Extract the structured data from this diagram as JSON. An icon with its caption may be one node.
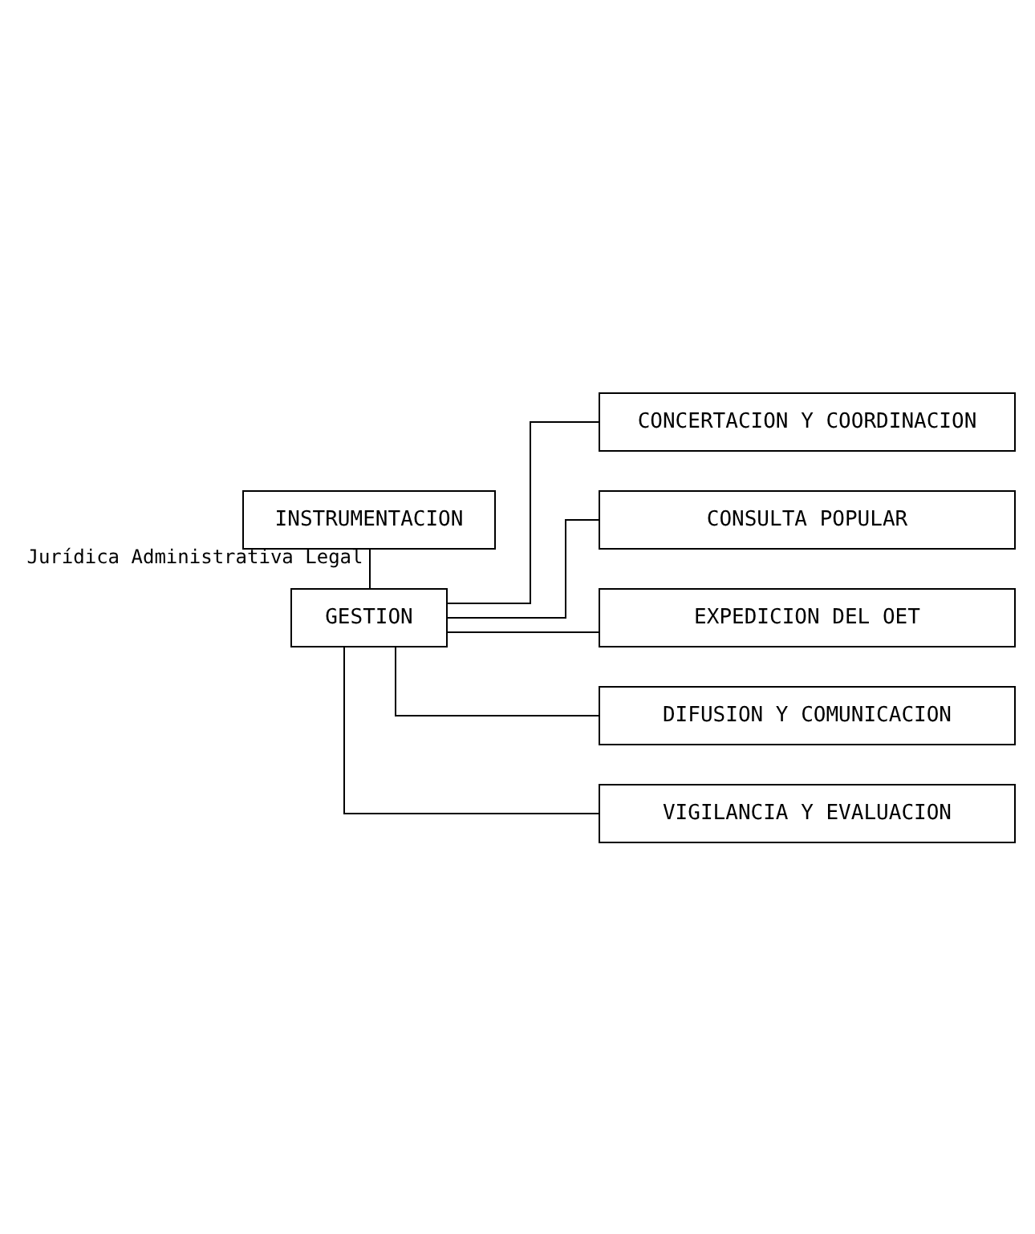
{
  "diagram": {
    "nodes": [
      {
        "text": [
          "INSTRUMENTACION"
        ]
      },
      {
        "text": [
          "GESTION"
        ]
      },
      {
        "text": [
          "CONCERTACION Y COORDINACION"
        ]
      },
      {
        "text": [
          "CONSULTA POPULAR"
        ]
      },
      {
        "text": [
          "EXPEDICION DEL OET"
        ]
      },
      {
        "text": [
          "DIFUSION Y COMUNICACION"
        ]
      },
      {
        "text": [
          "VIGILANCIA Y EVALUACION"
        ]
      }
    ],
    "edges": [
      {
        "from": 0,
        "to": 1,
        "arrow": "none",
        "label": "Jurídica Administrativa Legal"
      },
      {
        "from": 1,
        "to": 2,
        "arrow": "none"
      },
      {
        "from": 1,
        "to": 3,
        "arrow": "none"
      },
      {
        "from": 1,
        "to": 4,
        "arrow": "none"
      },
      {
        "from": 1,
        "to": 5,
        "arrow": "none"
      },
      {
        "from": 1,
        "to": 6,
        "arrow": "none"
      }
    ]
  }
}
